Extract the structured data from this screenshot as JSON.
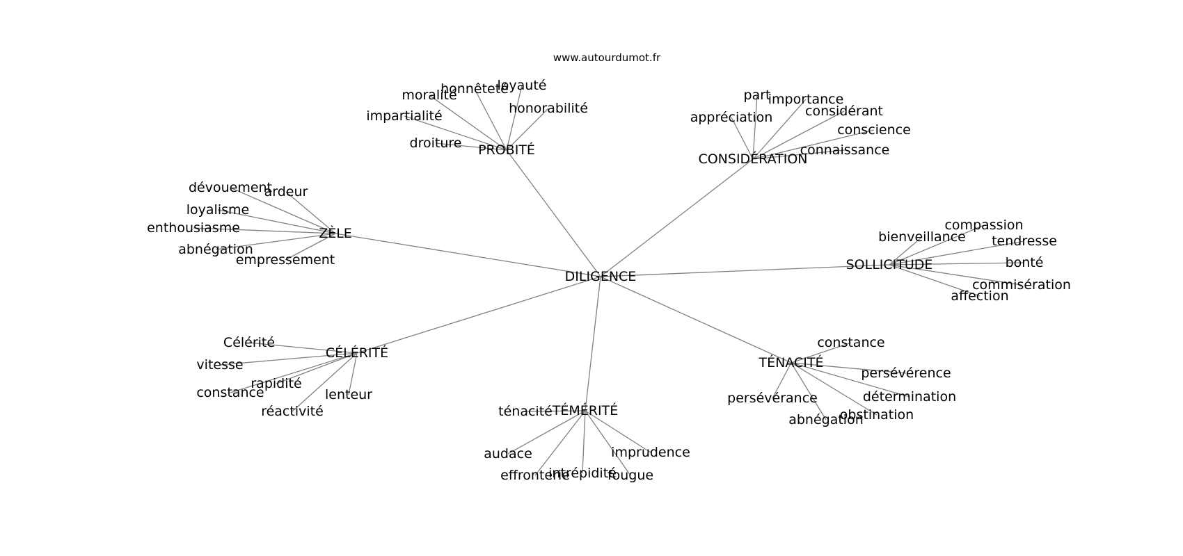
{
  "watermark": "www.autourdumot.fr",
  "center": {
    "label": "DILIGENCE"
  },
  "clusters": [
    {
      "id": "probite",
      "label": "PROBITÉ",
      "leaves": [
        "honnêteté",
        "loyauté",
        "moralité",
        "honorabilité",
        "impartialité",
        "droiture"
      ]
    },
    {
      "id": "consideration",
      "label": "CONSIDÉRATION",
      "leaves": [
        "part",
        "importance",
        "considérant",
        "appréciation",
        "conscience",
        "connaissance"
      ]
    },
    {
      "id": "zele",
      "label": "ZÈLE",
      "leaves": [
        "dévouement",
        "ardeur",
        "loyalisme",
        "enthousiasme",
        "abnégation",
        "empressement"
      ]
    },
    {
      "id": "sollicitude",
      "label": "SOLLICITUDE",
      "leaves": [
        "compassion",
        "bienveillance",
        "tendresse",
        "bonté",
        "commisération",
        "affection"
      ]
    },
    {
      "id": "celerite",
      "label": "CÉLÉRITÉ",
      "leaves": [
        "Célérité",
        "vitesse",
        "rapidité",
        "constance",
        "lenteur",
        "réactivité"
      ]
    },
    {
      "id": "tenacite",
      "label": "TÉNACITÉ",
      "leaves": [
        "constance",
        "persévérence",
        "persévérance",
        "détermination",
        "abnégation",
        "obstination"
      ]
    },
    {
      "id": "temerite",
      "label": "TÉMÉRITÉ",
      "leaves": [
        "ténacité",
        "audace",
        "imprudence",
        "effronterie",
        "intrépidité",
        "fougue"
      ]
    }
  ]
}
